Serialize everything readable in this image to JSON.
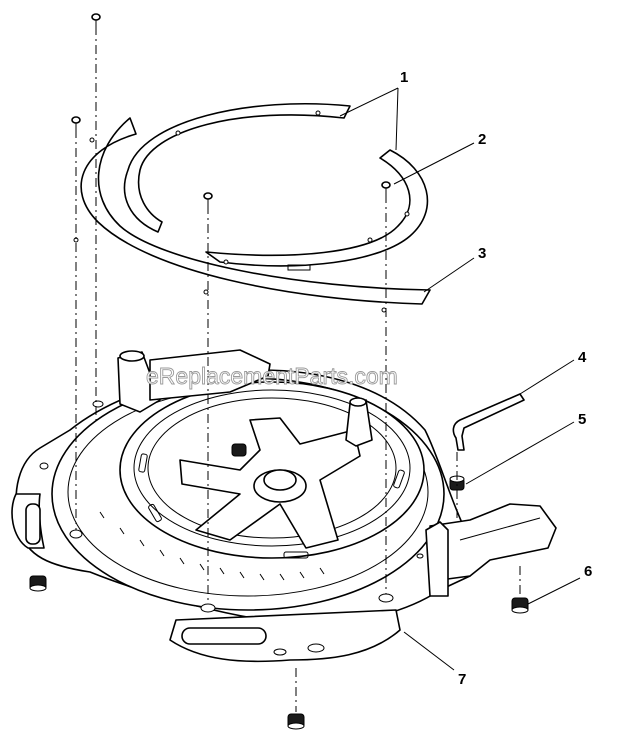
{
  "watermark": "eReplacementParts.com",
  "callouts": [
    {
      "id": "1",
      "label": "1"
    },
    {
      "id": "2",
      "label": "2"
    },
    {
      "id": "3",
      "label": "3"
    },
    {
      "id": "4",
      "label": "4"
    },
    {
      "id": "5",
      "label": "5"
    },
    {
      "id": "6",
      "label": "6"
    },
    {
      "id": "7",
      "label": "7"
    }
  ],
  "parts": [
    {
      "callout": "1",
      "icon": "split-ring-plate-icon"
    },
    {
      "callout": "2",
      "icon": "screw-icon"
    },
    {
      "callout": "3",
      "icon": "outer-ring-plate-icon"
    },
    {
      "callout": "4",
      "icon": "hex-key-icon"
    },
    {
      "callout": "5",
      "icon": "set-screw-icon"
    },
    {
      "callout": "6",
      "icon": "rubber-foot-icon"
    },
    {
      "callout": "7",
      "icon": "miter-saw-base-icon"
    }
  ]
}
